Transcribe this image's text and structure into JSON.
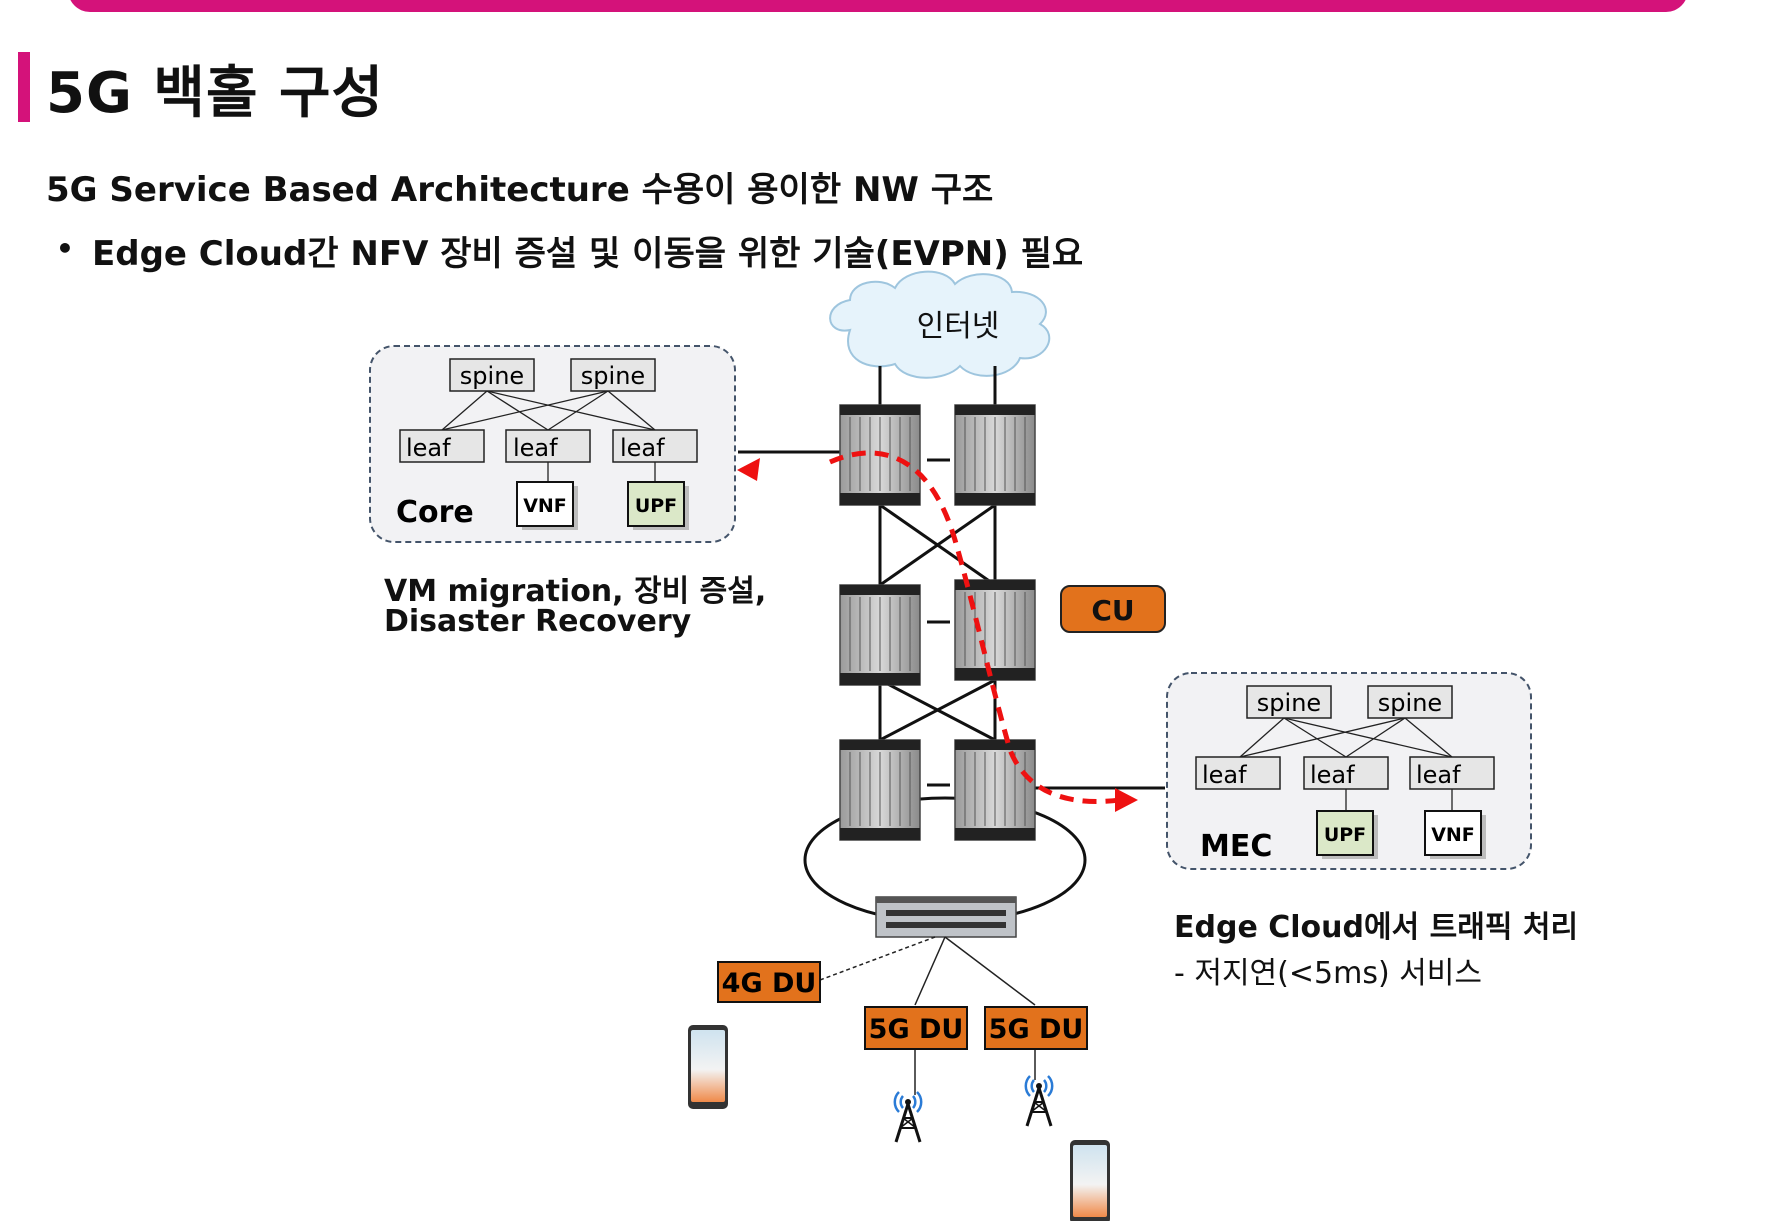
{
  "header": {
    "title": "5G 백홀 구성",
    "accent_color": "#d4127a"
  },
  "subtitle": "5G Service Based Architecture 수용이 용이한 NW 구조",
  "bullet": {
    "marker": "•",
    "text": "Edge Cloud간 NFV 장비 증설 및 이동을 위한 기술(EVPN) 필요"
  },
  "diagram": {
    "internet_label": "인터넷",
    "core": {
      "name": "Core",
      "spines": [
        "spine",
        "spine"
      ],
      "leaves": [
        "leaf",
        "leaf",
        "leaf"
      ],
      "vnf_label": "VNF",
      "upf_label": "UPF"
    },
    "mec": {
      "name": "MEC",
      "spines": [
        "spine",
        "spine"
      ],
      "leaves": [
        "leaf",
        "leaf",
        "leaf"
      ],
      "vnf_label": "VNF",
      "upf_label": "UPF"
    },
    "cu_label": "CU",
    "du_4g_label": "4G DU",
    "du_5g_labels": [
      "5G DU",
      "5G DU"
    ],
    "core_caption_line1": "VM migration, 장비 증설,",
    "core_caption_line2": "Disaster Recovery",
    "mec_caption_line1": "Edge Cloud에서 트래픽 처리",
    "mec_caption_line2": "- 저지연(<5ms) 서비스",
    "colors": {
      "orange_box": "#e2721c",
      "upf_fill": "#dbe8c8",
      "migration_arrow": "#ee1111",
      "cluster_fill": "#f2f2f4",
      "cluster_border": "#44546a"
    },
    "icons": [
      "cloud-icon",
      "router-icon",
      "switch-icon",
      "smartphone-icon",
      "cell-tower-icon"
    ]
  }
}
